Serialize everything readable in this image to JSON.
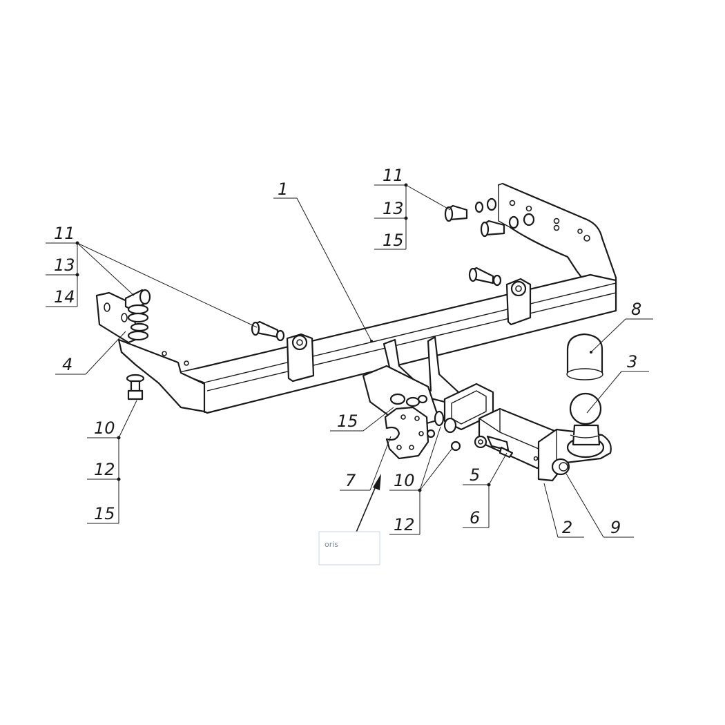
{
  "callouts": {
    "c1": "1",
    "c2": "2",
    "c3": "3",
    "c4": "4",
    "c5": "5",
    "c6": "6",
    "c7": "7",
    "c8": "8",
    "c9": "9",
    "c10_left": "10",
    "c12_left": "12",
    "c15_left": "15",
    "c10_center": "10",
    "c12_center": "12",
    "c15_center": "15",
    "c11_left": "11",
    "c13_left": "13",
    "c14_left": "14",
    "c11_top": "11",
    "c13_top": "13",
    "c15_top": "15"
  },
  "stamp": {
    "text": "oris"
  }
}
